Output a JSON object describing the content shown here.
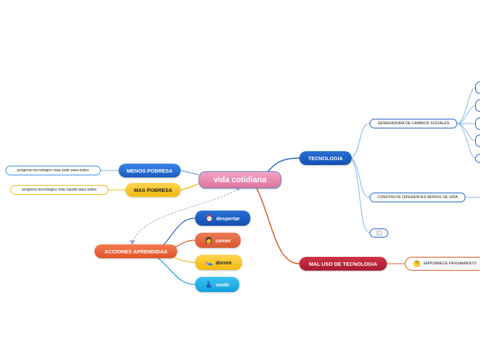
{
  "central": {
    "label": "vida cotidiana"
  },
  "left": {
    "menos_pobresa": {
      "label": "MENOS POBRESA",
      "child": "progreso tecnologico mas justo para todos"
    },
    "mas_pobresa": {
      "label": "MAS POBRESA",
      "child": "progreso tecnologico mas injusto para todos"
    }
  },
  "acciones": {
    "label": "ACCIONES APRENDIDAS",
    "items": [
      {
        "label": "despertar",
        "icon": "alarm-clock-icon",
        "glyph": "⏰"
      },
      {
        "label": "comer",
        "icon": "person-eating-icon",
        "glyph": "👩"
      },
      {
        "label": "dormir",
        "icon": "bed-icon",
        "glyph": "🛌"
      },
      {
        "label": "vestir",
        "icon": "dress-icon",
        "glyph": "👗"
      }
    ]
  },
  "tecnologia": {
    "label": "TECNOLOGIA",
    "children": [
      {
        "label": "GENERADORA DE CAMBIOS SOCIALES"
      },
      {
        "label": "CONSTRUYE DIFERENTES MODOS DE VIDA"
      },
      {
        "label": ""
      }
    ]
  },
  "mal_uso": {
    "label": "MAL USO DE TECNOLOGIA",
    "child": {
      "label": "EMPOBRECE PENSAMIENTO",
      "icon": "thinking-face-icon",
      "glyph": "🤔"
    }
  },
  "colors": {
    "central_fill": "#e98bb1",
    "blue_branch": "#1a5cc0",
    "yellow_branch": "#f2b90c",
    "orange_branch": "#e0542a",
    "cyan_branch": "#11a1dd",
    "red_branch": "#a81c30",
    "light_blue_line": "#7fb0e8",
    "relationship_dashed": "#9aa6d6"
  }
}
